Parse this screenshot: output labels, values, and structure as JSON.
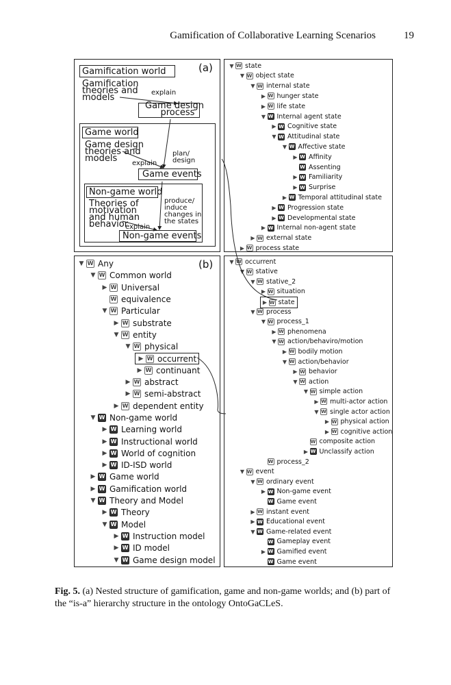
{
  "header": {
    "running_title": "Gamification of Collaborative Learning Scenarios",
    "page_number": "19"
  },
  "panel_a": {
    "label": "(a)",
    "gamification_world": "Gamification world",
    "gamification_theories": [
      "Gamification",
      "theories and",
      "models"
    ],
    "explain_1": "explain",
    "game_design_process": [
      "Game design",
      "process"
    ],
    "game_world": "Game world",
    "game_design_theories": [
      "Game design",
      "theories and",
      "models"
    ],
    "explain_2": "explain",
    "plan_design": [
      "plan/",
      "design"
    ],
    "game_events": "Game events",
    "non_game_world": "Non-game world",
    "theories_motivation": [
      "Theories of",
      "motivation",
      "and human",
      "behavior"
    ],
    "explain_3": "explain",
    "produce_induce": [
      "produce/",
      "induce",
      "changes in",
      "the states"
    ],
    "non_game_events": "Non-game events"
  },
  "panel_b": {
    "label": "(b)",
    "tree": [
      {
        "d": 0,
        "t": "down",
        "i": "w",
        "l": "Any"
      },
      {
        "d": 1,
        "t": "down",
        "i": "w",
        "l": "Common world"
      },
      {
        "d": 2,
        "t": "right",
        "i": "w",
        "l": "Universal"
      },
      {
        "d": 2,
        "t": "",
        "i": "w",
        "l": "equivalence"
      },
      {
        "d": 2,
        "t": "down",
        "i": "w",
        "l": "Particular"
      },
      {
        "d": 3,
        "t": "right",
        "i": "w",
        "l": "substrate"
      },
      {
        "d": 3,
        "t": "down",
        "i": "w",
        "l": "entity"
      },
      {
        "d": 4,
        "t": "down",
        "i": "w",
        "l": "physical"
      },
      {
        "d": 5,
        "t": "right",
        "i": "w",
        "l": "occurrent",
        "boxed": true
      },
      {
        "d": 5,
        "t": "right",
        "i": "w",
        "l": "continuant"
      },
      {
        "d": 4,
        "t": "right",
        "i": "w",
        "l": "abstract"
      },
      {
        "d": 4,
        "t": "right",
        "i": "w",
        "l": "semi-abstract"
      },
      {
        "d": 3,
        "t": "right",
        "i": "w",
        "l": "dependent entity"
      },
      {
        "d": 1,
        "t": "down",
        "i": "b",
        "l": "Non-game world"
      },
      {
        "d": 2,
        "t": "right",
        "i": "b",
        "l": "Learning world"
      },
      {
        "d": 2,
        "t": "right",
        "i": "b",
        "l": "Instructional world"
      },
      {
        "d": 2,
        "t": "right",
        "i": "b",
        "l": "World of cognition"
      },
      {
        "d": 2,
        "t": "right",
        "i": "b",
        "l": "ID-ISD world"
      },
      {
        "d": 1,
        "t": "right",
        "i": "b",
        "l": "Game world"
      },
      {
        "d": 1,
        "t": "right",
        "i": "b",
        "l": "Gamification world"
      },
      {
        "d": 1,
        "t": "down",
        "i": "b",
        "l": "Theory and Model"
      },
      {
        "d": 2,
        "t": "right",
        "i": "b",
        "l": "Theory"
      },
      {
        "d": 2,
        "t": "down",
        "i": "b",
        "l": "Model"
      },
      {
        "d": 3,
        "t": "right",
        "i": "b",
        "l": "Instruction model"
      },
      {
        "d": 3,
        "t": "right",
        "i": "b",
        "l": "ID model"
      },
      {
        "d": 3,
        "t": "down",
        "i": "b",
        "l": "Game design model"
      }
    ]
  },
  "panel_state": {
    "tree": [
      {
        "d": 0,
        "t": "down",
        "i": "w",
        "l": "state"
      },
      {
        "d": 1,
        "t": "down",
        "i": "w",
        "l": "object state"
      },
      {
        "d": 2,
        "t": "down",
        "i": "w",
        "l": "internal state"
      },
      {
        "d": 3,
        "t": "right",
        "i": "w",
        "l": "hunger state"
      },
      {
        "d": 3,
        "t": "right",
        "i": "w",
        "l": "life state"
      },
      {
        "d": 3,
        "t": "down",
        "i": "b",
        "l": "Internal agent state"
      },
      {
        "d": 4,
        "t": "right",
        "i": "b",
        "l": "Cognitive state"
      },
      {
        "d": 4,
        "t": "down",
        "i": "b",
        "l": "Attitudinal state"
      },
      {
        "d": 5,
        "t": "down",
        "i": "b",
        "l": "Affective state"
      },
      {
        "d": 6,
        "t": "right",
        "i": "b",
        "l": "Affinity"
      },
      {
        "d": 6,
        "t": "",
        "i": "b",
        "l": "Assenting"
      },
      {
        "d": 6,
        "t": "right",
        "i": "b",
        "l": "Familiarity"
      },
      {
        "d": 6,
        "t": "right",
        "i": "b",
        "l": "Surprise"
      },
      {
        "d": 5,
        "t": "right",
        "i": "b",
        "l": "Temporal attitudinal state"
      },
      {
        "d": 4,
        "t": "right",
        "i": "b",
        "l": "Progression state"
      },
      {
        "d": 4,
        "t": "right",
        "i": "b",
        "l": "Developmental state"
      },
      {
        "d": 3,
        "t": "right",
        "i": "b",
        "l": "Internal non-agent state"
      },
      {
        "d": 2,
        "t": "right",
        "i": "w",
        "l": "external state"
      },
      {
        "d": 1,
        "t": "right",
        "i": "w",
        "l": "process state"
      }
    ]
  },
  "panel_occurrent": {
    "tree": [
      {
        "d": 0,
        "t": "down",
        "i": "w",
        "l": "occurrent"
      },
      {
        "d": 1,
        "t": "down",
        "i": "w",
        "l": "stative"
      },
      {
        "d": 2,
        "t": "down",
        "i": "w",
        "l": "stative_2"
      },
      {
        "d": 3,
        "t": "right",
        "i": "w",
        "l": "situation"
      },
      {
        "d": 3,
        "t": "right",
        "i": "w",
        "l": "state",
        "boxed": true
      },
      {
        "d": 2,
        "t": "down",
        "i": "w",
        "l": "process"
      },
      {
        "d": 3,
        "t": "down",
        "i": "w",
        "l": "process_1"
      },
      {
        "d": 4,
        "t": "right",
        "i": "w",
        "l": "phenomena"
      },
      {
        "d": 4,
        "t": "down",
        "i": "w",
        "l": "action/behaviro/motion"
      },
      {
        "d": 5,
        "t": "right",
        "i": "w",
        "l": "bodily motion"
      },
      {
        "d": 5,
        "t": "down",
        "i": "w",
        "l": "action/behavior"
      },
      {
        "d": 6,
        "t": "right",
        "i": "w",
        "l": "behavior"
      },
      {
        "d": 6,
        "t": "down",
        "i": "w",
        "l": "action"
      },
      {
        "d": 7,
        "t": "down",
        "i": "w",
        "l": "simple action"
      },
      {
        "d": 8,
        "t": "right",
        "i": "w",
        "l": "multi-actor action"
      },
      {
        "d": 8,
        "t": "down",
        "i": "w",
        "l": "single actor action"
      },
      {
        "d": 9,
        "t": "right",
        "i": "w",
        "l": "physical action"
      },
      {
        "d": 9,
        "t": "right",
        "i": "w",
        "l": "cognitive action"
      },
      {
        "d": 7,
        "t": "",
        "i": "w",
        "l": "composite action"
      },
      {
        "d": 7,
        "t": "right",
        "i": "b",
        "l": "Unclassify action"
      },
      {
        "d": 3,
        "t": "",
        "i": "w",
        "l": "process_2"
      },
      {
        "d": 1,
        "t": "down",
        "i": "w",
        "l": "event"
      },
      {
        "d": 2,
        "t": "down",
        "i": "w",
        "l": "ordinary event"
      },
      {
        "d": 3,
        "t": "right",
        "i": "b",
        "l": "Non-game event"
      },
      {
        "d": 3,
        "t": "",
        "i": "b",
        "l": "Game event"
      },
      {
        "d": 2,
        "t": "right",
        "i": "w",
        "l": "instant event"
      },
      {
        "d": 2,
        "t": "right",
        "i": "b",
        "l": "Educational event"
      },
      {
        "d": 2,
        "t": "down",
        "i": "b",
        "l": "Game-related event"
      },
      {
        "d": 3,
        "t": "",
        "i": "b",
        "l": "Gameplay event"
      },
      {
        "d": 3,
        "t": "right",
        "i": "b",
        "l": "Gamified event"
      },
      {
        "d": 3,
        "t": "",
        "i": "b",
        "l": "Game event"
      }
    ]
  },
  "caption": {
    "label": "Fig. 5.",
    "text": "(a) Nested structure of gamification, game and non-game worlds; and (b) part of the “is-a” hierarchy structure in the ontology OntoGaCLeS."
  },
  "glyphs": {
    "down": "▼",
    "right": "▶",
    "w_icon": "W"
  }
}
